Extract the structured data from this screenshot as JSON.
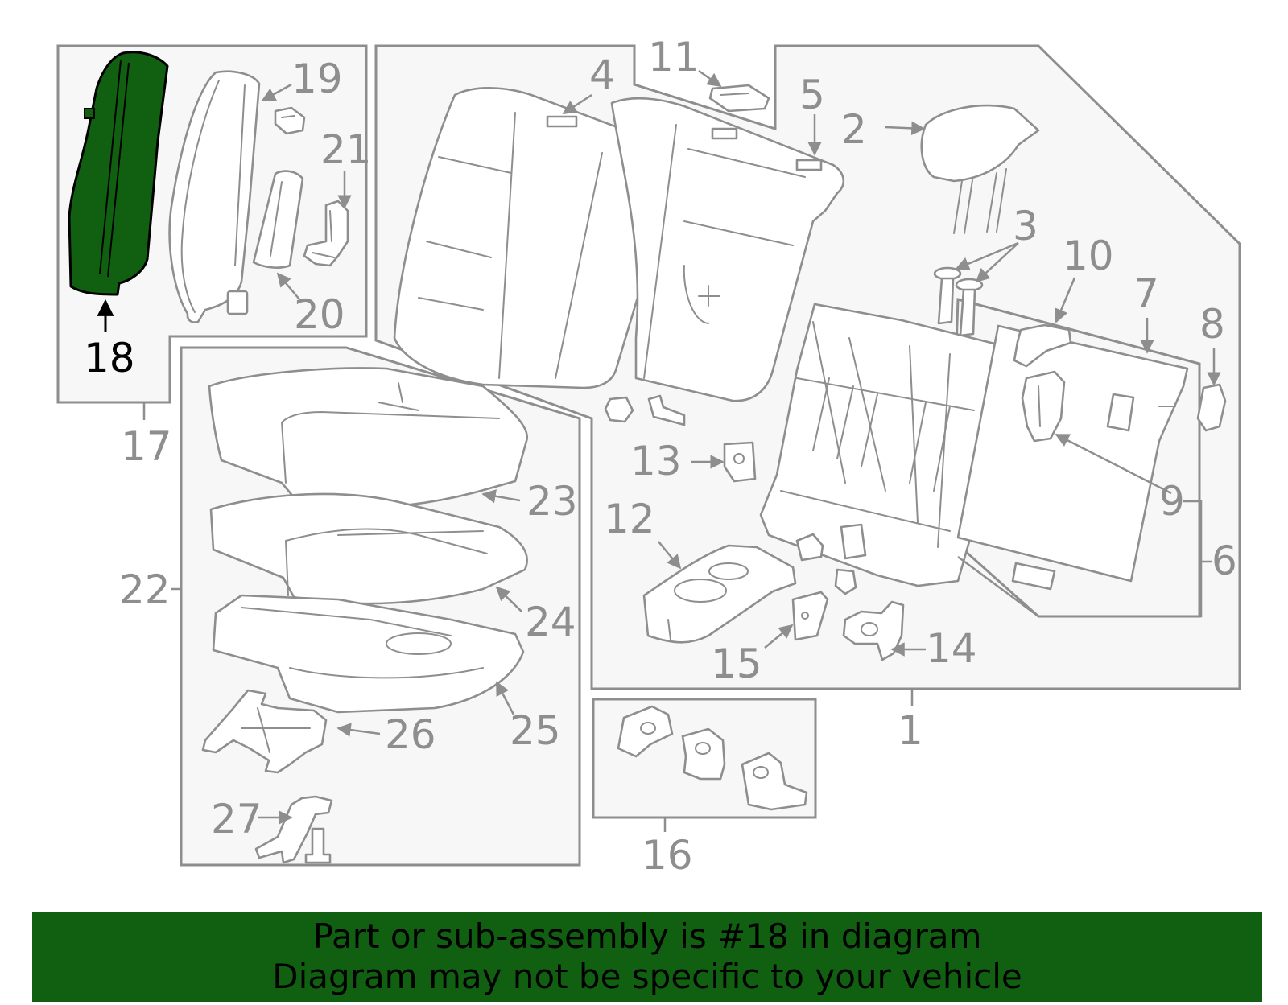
{
  "diagram": {
    "highlight_color": "#116011",
    "line_color": "#8e8e8e",
    "highlighted_part": "18",
    "labels": [
      "1",
      "2",
      "3",
      "4",
      "5",
      "6",
      "7",
      "8",
      "9",
      "10",
      "11",
      "12",
      "13",
      "14",
      "15",
      "16",
      "17",
      "18",
      "19",
      "20",
      "21",
      "22",
      "23",
      "24",
      "25",
      "26",
      "27"
    ]
  },
  "banner": {
    "line1": "Part or sub-assembly is #18 in diagram",
    "line2": "Diagram may not be specific to your vehicle",
    "background": "#116011"
  }
}
